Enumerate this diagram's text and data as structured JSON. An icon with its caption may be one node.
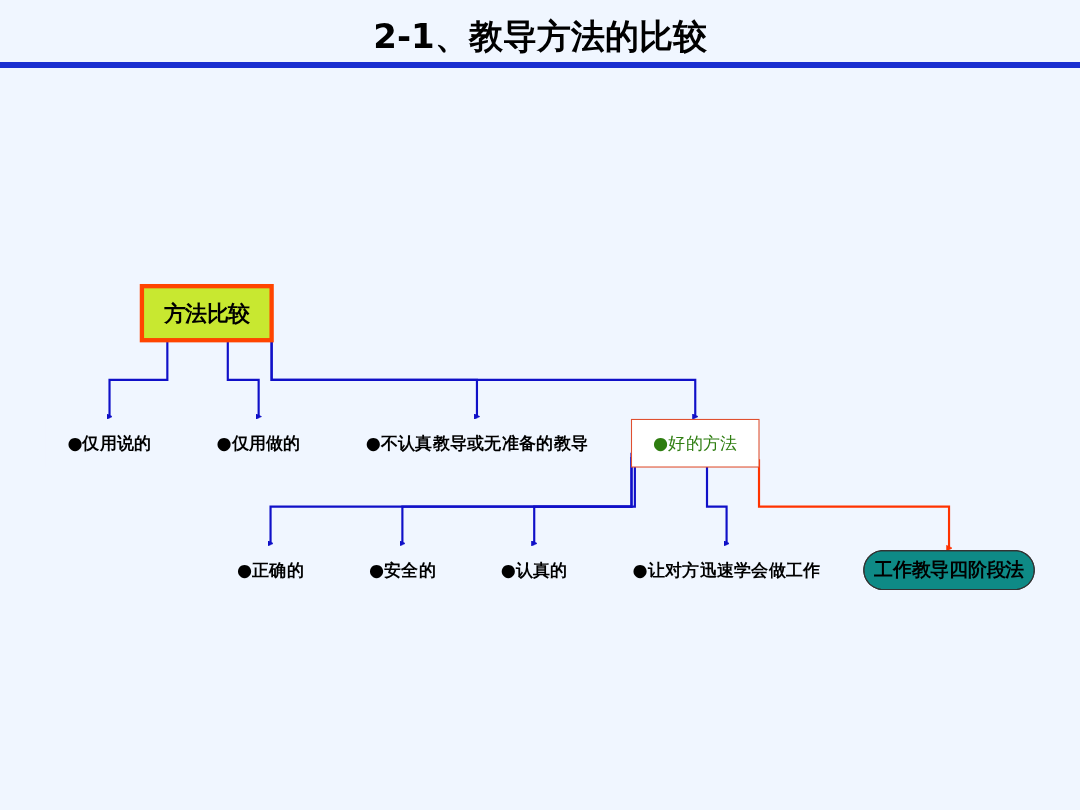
{
  "diagram": {
    "title": "2-1、教导方法的比较",
    "nodes": [
      {
        "text": [
          "方法比较"
        ]
      },
      {
        "text": [
          "●仅用说的"
        ]
      },
      {
        "text": [
          "●仅用做的"
        ]
      },
      {
        "text": [
          "●不认真教导或无准备的教导"
        ]
      },
      {
        "text": [
          "●好的方法"
        ]
      },
      {
        "text": [
          "●正确的"
        ]
      },
      {
        "text": [
          "●安全的"
        ]
      },
      {
        "text": [
          "●认真的"
        ]
      },
      {
        "text": [
          "●让对方迅速学会做工作"
        ]
      },
      {
        "text": [
          "工作教导四阶段法"
        ]
      }
    ],
    "edges": [
      {
        "from": 0,
        "to": 1,
        "arrow": "to"
      },
      {
        "from": 0,
        "to": 2,
        "arrow": "to"
      },
      {
        "from": 0,
        "to": 3,
        "arrow": "to"
      },
      {
        "from": 0,
        "to": 4,
        "arrow": "to"
      },
      {
        "from": 4,
        "to": 5,
        "arrow": "to"
      },
      {
        "from": 4,
        "to": 6,
        "arrow": "to"
      },
      {
        "from": 4,
        "to": 7,
        "arrow": "to"
      },
      {
        "from": 4,
        "to": 8,
        "arrow": "to"
      },
      {
        "from": 4,
        "to": 9,
        "arrow": "to",
        "color": "#ff3300"
      }
    ]
  }
}
